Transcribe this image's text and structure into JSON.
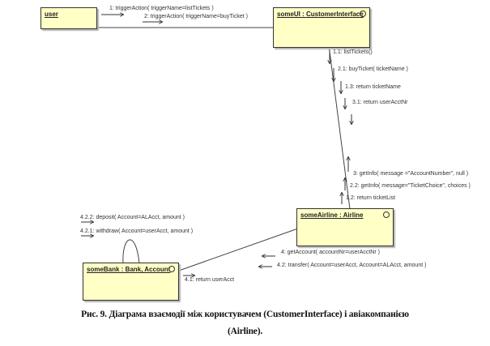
{
  "objects": {
    "user": {
      "label": "user"
    },
    "someUI": {
      "label": "someUI : CustomerInterface"
    },
    "someAirline": {
      "label": "someAirline : Airline"
    },
    "someBank": {
      "label": "someBank : Bank, Account"
    }
  },
  "messages": {
    "m1": "1:  triggerAction( triggerName=listTickets )",
    "m2": "2:  triggerAction( triggerName=buyTicket )",
    "m11": "1.1: listTickets()",
    "m21": "2.1: buyTicket( ticketName )",
    "m13": "1.3: return ticketName",
    "m31": "3.1: return userAcctNr",
    "m3": "3: getInfo( message =\"AccountNumber\", null )",
    "m22": "2.2: getInfo( message=\"TicketChoice\", choices )",
    "m12": "1.2: return ticketList",
    "m422": "4.2.2: deposit( Account=ALAcct, amount )",
    "m421": "4.2.1: withdraw( Account=userAcct, amount )",
    "m4": "4: getAccount( accountNr=userAcctNr )",
    "m42": "4.2: transfer( Account=userAcct, Account=ALAcct, amount )",
    "m41": "4.1: return userAcct"
  },
  "caption": {
    "line1": "Рис. 9. Діаграма взаємодії між користувачем (CustomerInterface) і авіакомпанією",
    "line2": "(Airline)."
  }
}
